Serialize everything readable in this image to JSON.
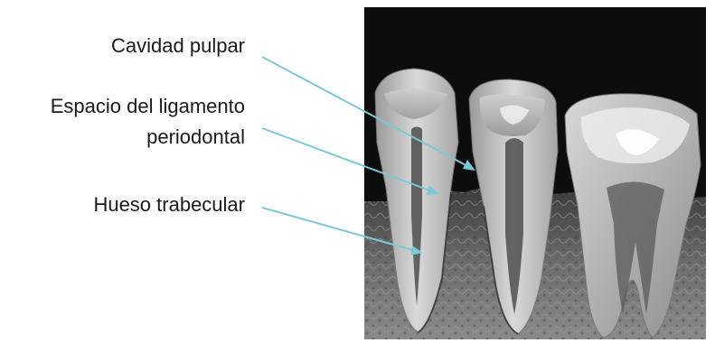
{
  "labels": {
    "pulp_cavity": "Cavidad pulpar",
    "pdl_space_line1": "Espacio del ligamento",
    "pdl_space_line2": "periodontal",
    "trabecular_bone": "Hueso trabecular"
  },
  "colors": {
    "leader_line": "#7ec8d6",
    "text": "#1a1a1a",
    "xray_background": "#0d0d0d"
  }
}
